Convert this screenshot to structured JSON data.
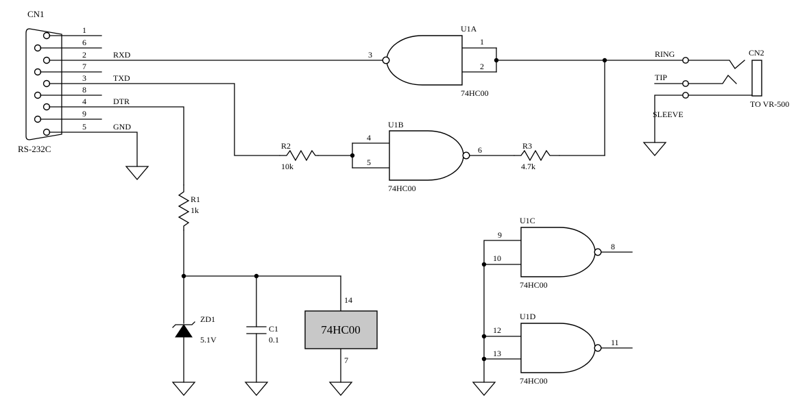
{
  "connector_cn1": {
    "ref": "CN1",
    "type": "RS-232C",
    "pin_numbers": [
      "1",
      "6",
      "2",
      "7",
      "3",
      "8",
      "4",
      "9",
      "5"
    ],
    "signal_labels": {
      "rxd": "RXD",
      "txd": "TXD",
      "dtr": "DTR",
      "gnd": "GND"
    }
  },
  "connector_cn2": {
    "ref": "CN2",
    "destination": "TO VR-500",
    "labels": {
      "ring": "RING",
      "tip": "TIP",
      "sleeve": "SLEEVE"
    }
  },
  "resistors": {
    "r1": {
      "ref": "R1",
      "value": "1k"
    },
    "r2": {
      "ref": "R2",
      "value": "10k"
    },
    "r3": {
      "ref": "R3",
      "value": "4.7k"
    }
  },
  "capacitor_c1": {
    "ref": "C1",
    "value": "0.1"
  },
  "zener_zd1": {
    "ref": "ZD1",
    "value": "5.1V"
  },
  "gates": {
    "u1a": {
      "ref": "U1A",
      "part": "74HC00",
      "pins": {
        "in1": "1",
        "in2": "2",
        "out": "3"
      }
    },
    "u1b": {
      "ref": "U1B",
      "part": "74HC00",
      "pins": {
        "in1": "4",
        "in2": "5",
        "out": "6"
      }
    },
    "u1c": {
      "ref": "U1C",
      "part": "74HC00",
      "pins": {
        "in1": "9",
        "in2": "10",
        "out": "8"
      }
    },
    "u1d": {
      "ref": "U1D",
      "part": "74HC00",
      "pins": {
        "in1": "12",
        "in2": "13",
        "out": "11"
      }
    }
  },
  "ic_power": {
    "label": "74HC00",
    "vcc_pin": "14",
    "gnd_pin": "7",
    "fill_color": "#c8c8c8"
  }
}
